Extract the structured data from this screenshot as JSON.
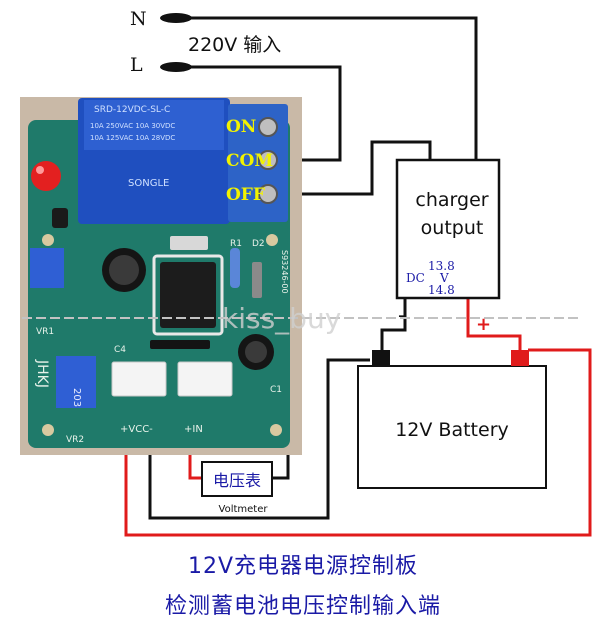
{
  "mains": {
    "n_label": "N",
    "l_label": "L",
    "input_label": "220V 输入"
  },
  "relay_terminals": {
    "on": "ON",
    "com": "COM",
    "off": "OFF"
  },
  "charger": {
    "line1": "charger",
    "line2": "output",
    "dc": "DC",
    "v_high": "13.8",
    "unit": "V",
    "v_low": "14.8",
    "minus": "-",
    "plus": "+"
  },
  "battery": {
    "label": "12V Battery"
  },
  "voltmeter": {
    "label_cn": "电压表",
    "label_en": "Voltmeter"
  },
  "board": {
    "relay_text_1": "SRD-12VDC-SL-C",
    "relay_text_2": "10A 250VAC  10A 30VDC",
    "relay_text_3": "10A 125VAC  10A 28VDC",
    "relay_brand": "SONGLE",
    "pot_code": "203",
    "edge_text": "JHKJ",
    "pcb_code": "S93246-00",
    "vr1": "VR1",
    "vr2": "VR2",
    "c1": "C1",
    "c4": "C4",
    "r1": "R1",
    "d2": "D2",
    "vcc_label": "+VCC-",
    "pin_label": "+IN"
  },
  "watermark": "kiss_buy",
  "caption": {
    "line1": "12V充电器电源控制板",
    "line2": "检测蓄电池电压控制输入端"
  },
  "colors": {
    "wire_black": "#111111",
    "wire_red": "#e01b1b",
    "caption_blue": "#1a1aa6",
    "terminal_text": "#f2f200",
    "pcb_green": "#1f7a6a",
    "relay_blue": "#1f4fbf"
  }
}
